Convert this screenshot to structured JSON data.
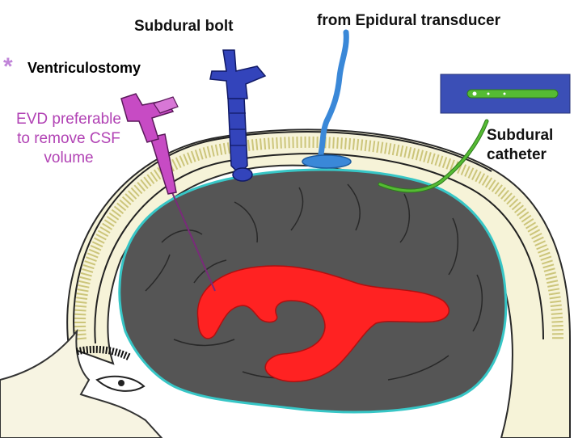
{
  "labels": {
    "ventriculostomy": "Ventriculostomy",
    "ventriculostomy_marker": "*",
    "subdural_bolt": "Subdural bolt",
    "epidural_transducer": "from Epidural transducer",
    "evd_note": "EVD preferable to remove CSF volume",
    "subdural_catheter": "Subdural catheter"
  },
  "colors": {
    "brain": "#555555",
    "ventricle": "#ff2222",
    "evd_device": "#c74bc4",
    "bolt_device": "#3344bb",
    "epidural_device": "#3a88d8",
    "catheter_device": "#55bb33",
    "inset_box": "#3b4fb6",
    "dura_outline": "#37c6c6",
    "skull_hatch": "#c8c070"
  },
  "icons": {
    "marker": "asterisk-icon"
  }
}
